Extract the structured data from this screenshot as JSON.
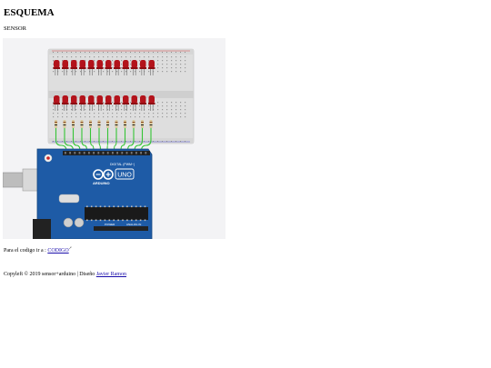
{
  "header": {
    "title": "ESQUEMA",
    "subtitle": "SENSOR"
  },
  "schematic": {
    "board": {
      "brand": "ARDUINO",
      "model": "UNO",
      "digital_label": "DIGITAL (PWM~)",
      "power_label": "POWER",
      "analog_label": "ANALOG IN"
    },
    "colors": {
      "background": "#f3f3f5",
      "breadboard": "#dcdcdc",
      "led": "#b3131b",
      "wire": "#35c435",
      "board": "#1e5ba6"
    }
  },
  "code_link": {
    "prefix": "Para el codigo ir a : ",
    "link_text": "CODIGO",
    "icon": "external-link-icon"
  },
  "footer": {
    "prefix": "Copyleft © 2019 sensor+arduino | Diseño ",
    "author": "Javier Ramon"
  }
}
